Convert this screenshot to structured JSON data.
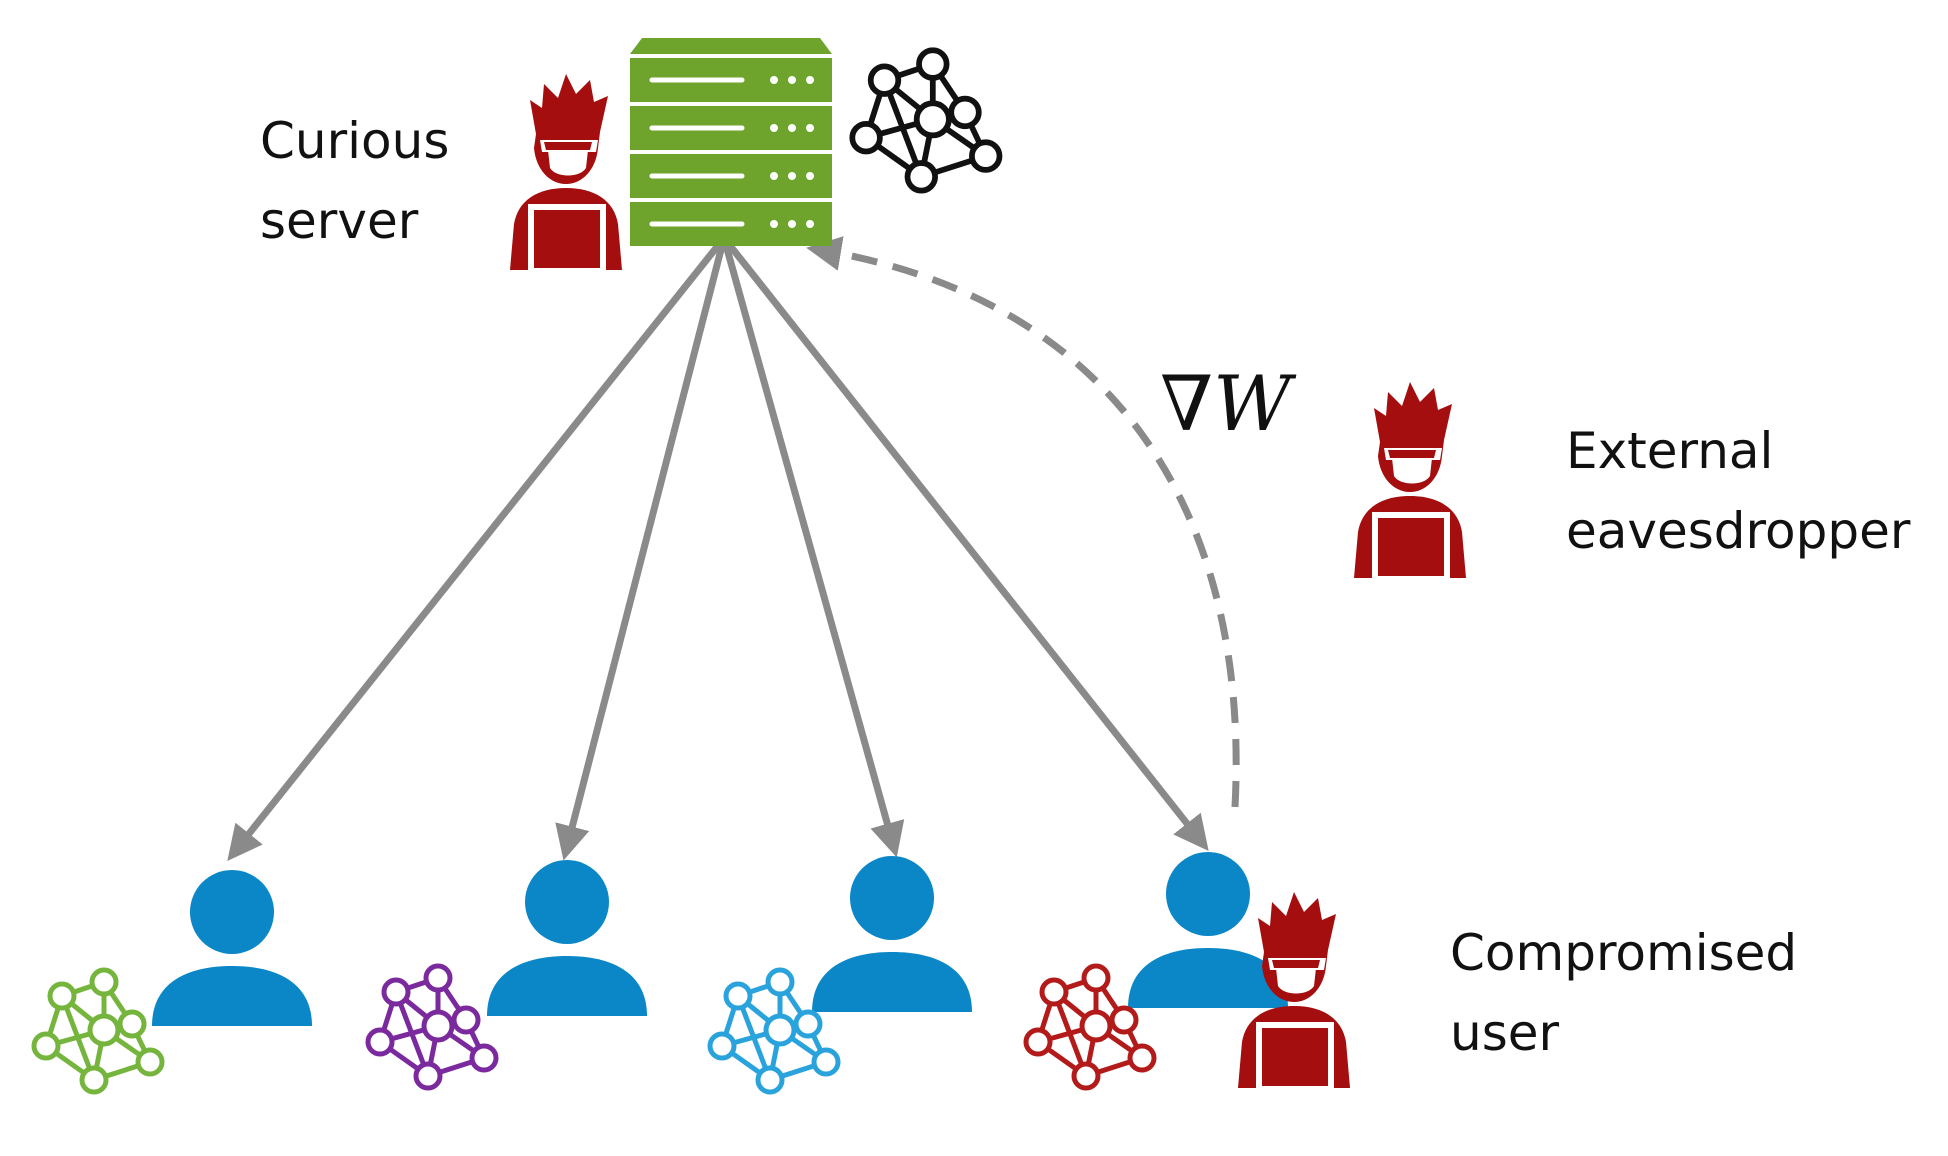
{
  "labels": {
    "server_line1": "Curious",
    "server_line2": "server",
    "eavesdropper_line1": "External",
    "eavesdropper_line2": "eavesdropper",
    "compromised_line1": "Compromised",
    "compromised_line2": "user",
    "gradient": "∇W"
  },
  "icons": {
    "server": "server-rack-icon",
    "hacker": "hacker-icon",
    "user": "user-icon",
    "network": "neural-network-icon"
  },
  "colors": {
    "server_green": "#6ea42b",
    "hacker_red": "#a50e0e",
    "user_blue": "#0b87c8",
    "arrow_gray": "#8a8a8a",
    "network_black": "#111111",
    "network_green": "#76b53d",
    "network_purple": "#7b2a9e",
    "network_cyan": "#2aa3dc",
    "network_red": "#b31b1b"
  }
}
